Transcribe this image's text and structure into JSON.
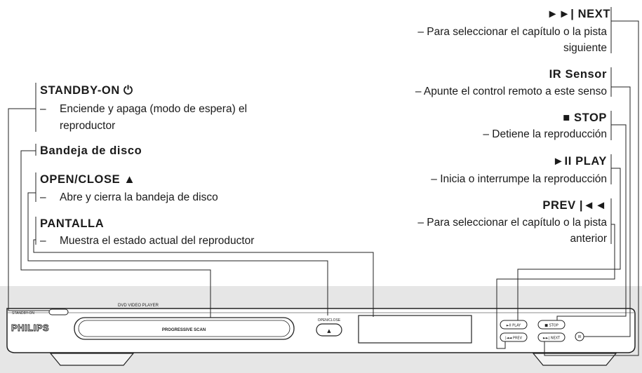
{
  "callouts": {
    "next": {
      "title": "►►| NEXT",
      "lines": [
        "– Para seleccionar el capítulo o la pista",
        "siguiente"
      ]
    },
    "ir_sensor": {
      "title": "IR Sensor",
      "lines": [
        "– Apunte el control remoto a este senso"
      ]
    },
    "stop": {
      "title": "■ STOP",
      "lines": [
        "– Detiene la reproducción"
      ]
    },
    "play": {
      "title": "►II PLAY",
      "lines": [
        "– Inicia o interrumpe la reproducción"
      ]
    },
    "prev": {
      "title": "PREV |◄◄",
      "lines": [
        "– Para seleccionar el capítulo o la pista",
        "anterior"
      ]
    },
    "standby": {
      "title": "STANDBY-ON ⏻",
      "dash": "–",
      "lines": [
        "Enciende y apaga (modo de espera) el",
        "reproductor"
      ]
    },
    "tray": {
      "title": "Bandeja de disco"
    },
    "open_close": {
      "title": "OPEN/CLOSE ▲",
      "dash": "–",
      "lines": [
        "Abre y cierra la bandeja de disco"
      ]
    },
    "display": {
      "title": "PANTALLA",
      "dash": "–",
      "lines": [
        "Muestra el estado actual del reproductor"
      ]
    }
  },
  "device": {
    "brand": "PHILIPS",
    "model_label": "DVD VIDEO PLAYER",
    "standby_label": "STANDBY-ON",
    "tray_label": "PROGRESSIVE SCAN",
    "open_close_label": "OPEN/CLOSE",
    "open_close_symbol": "▲",
    "btn_play": "►II PLAY",
    "btn_stop": "■ STOP",
    "btn_prev": "|◄◄ PREV",
    "btn_next": "►►| NEXT",
    "ir_label": "IR"
  }
}
